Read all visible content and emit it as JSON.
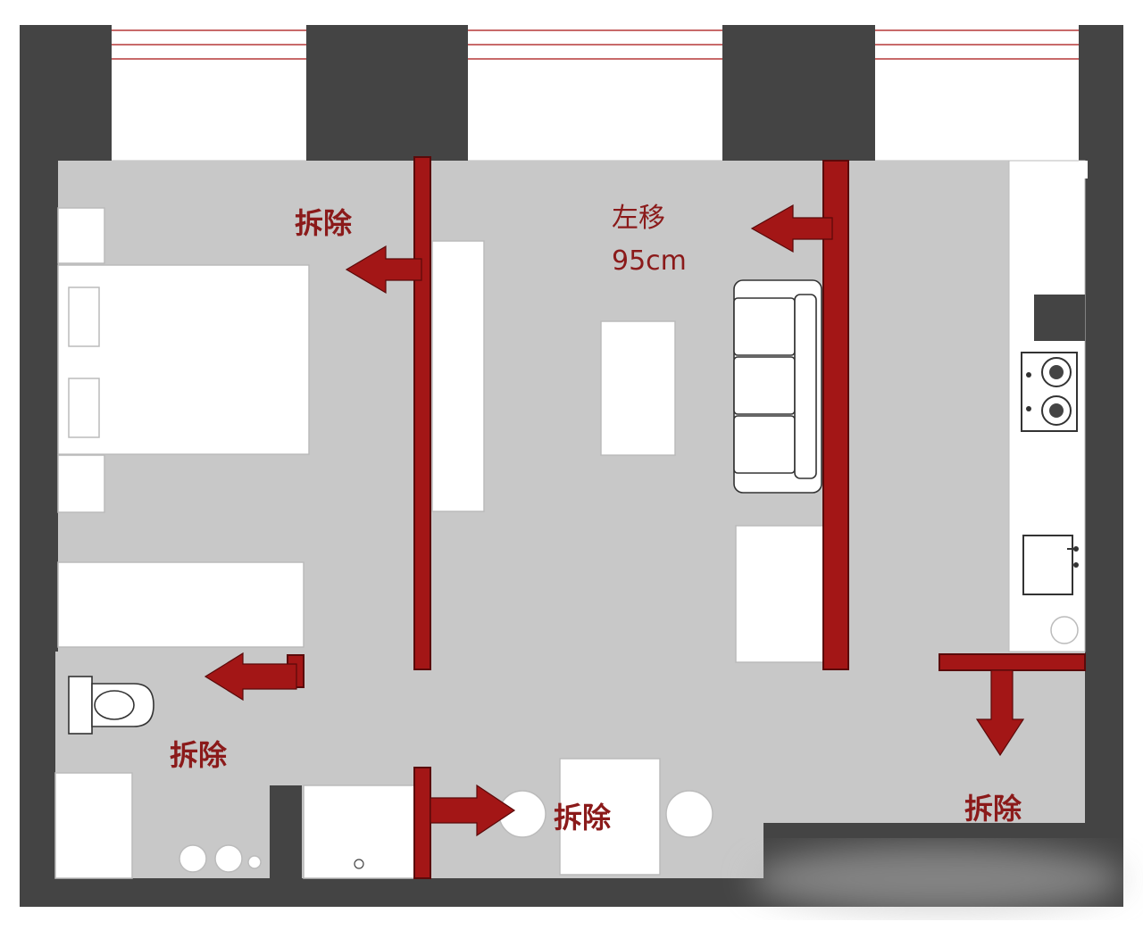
{
  "labels": {
    "demolish_top_left": "拆除",
    "move_left_line1": "左移",
    "move_left_line2": "95cm",
    "demolish_bathroom": "拆除",
    "demolish_bottom_center": "拆除",
    "demolish_bottom_right": "拆除"
  },
  "colors": {
    "wall": "#444444",
    "floor": "#c8c8c8",
    "furniture": "#ffffff",
    "change_mark": "#a31616",
    "label_text": "#8b1a1a"
  },
  "icons": {
    "bed": "bed-icon",
    "sofa": "sofa-icon",
    "stove": "stove-icon",
    "sink": "sink-icon",
    "toilet": "toilet-icon",
    "arrow": "arrow-icon"
  }
}
